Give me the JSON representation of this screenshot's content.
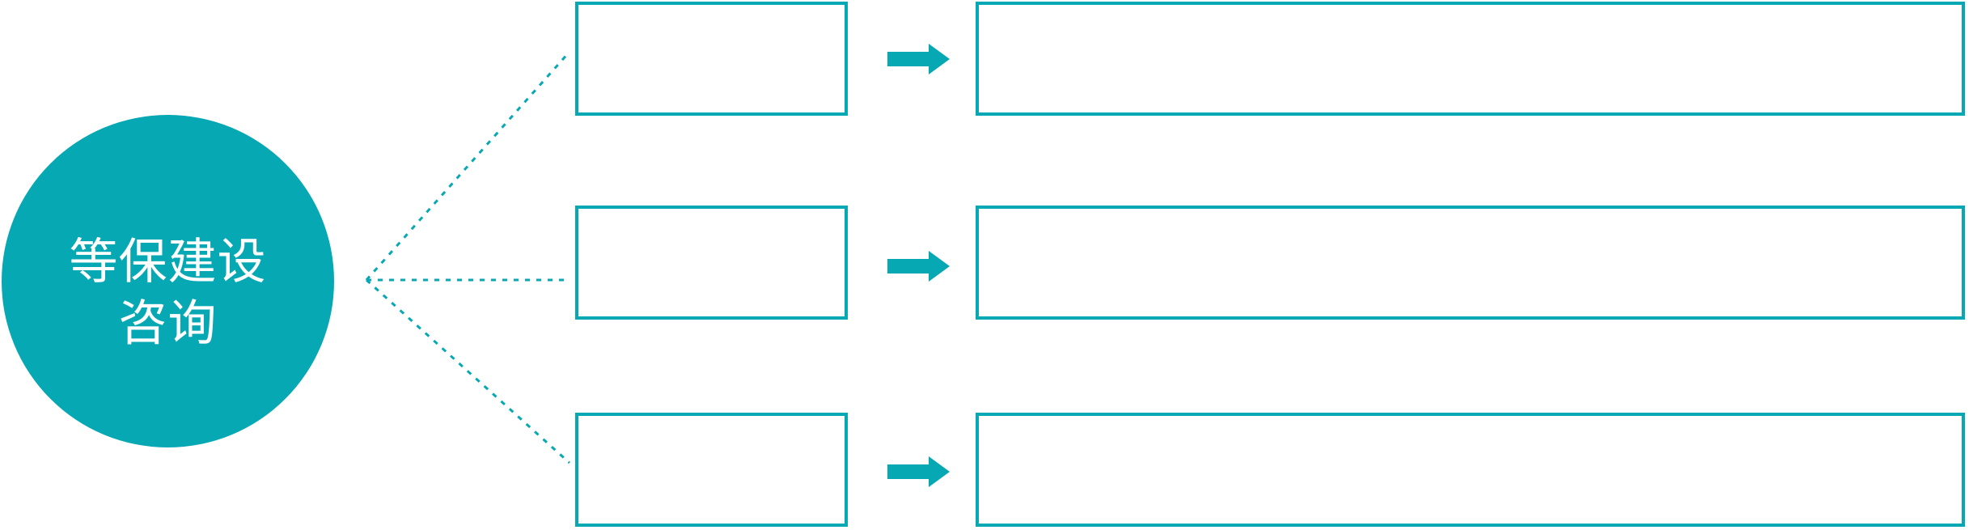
{
  "colors": {
    "accent": "#06a8b4"
  },
  "circle": {
    "line1": "等保建设",
    "line2": "咨询"
  },
  "icons": [
    "arrow-right-icon",
    "dotted-connector-lines"
  ],
  "rows": [
    {
      "category": "",
      "description": ""
    },
    {
      "category": "",
      "description": ""
    },
    {
      "category": "",
      "description": ""
    }
  ]
}
